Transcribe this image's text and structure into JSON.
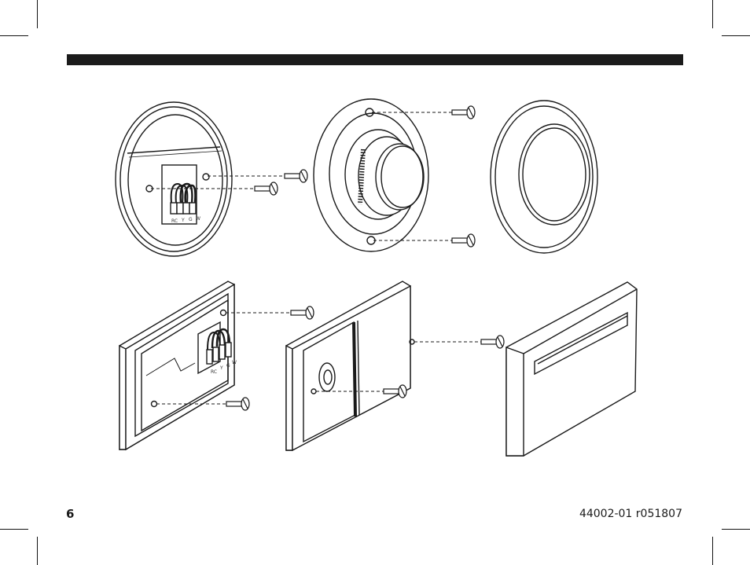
{
  "page": {
    "number": "6",
    "doc_code": "44002-01 r051807"
  },
  "illustration": {
    "round_terminals": [
      "RC",
      "Y",
      "G",
      "W"
    ],
    "rect_terminals": [
      "RC",
      "Y",
      "G",
      "W"
    ]
  }
}
